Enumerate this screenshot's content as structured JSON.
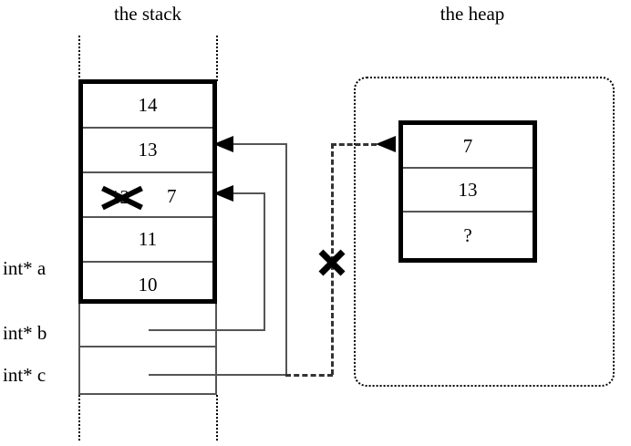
{
  "diagram": {
    "titles": {
      "stack": "the stack",
      "heap": "the heap"
    },
    "stack": {
      "allocated_cells": [
        {
          "value": "14"
        },
        {
          "value": "13"
        },
        {
          "value": "12",
          "struck_out": true,
          "replacement": "7"
        },
        {
          "value": "11"
        },
        {
          "value": "10"
        }
      ],
      "variable_labels": [
        {
          "name": "int* a"
        },
        {
          "name": "int* b"
        },
        {
          "name": "int* c"
        }
      ]
    },
    "heap": {
      "cells": [
        {
          "value": "7"
        },
        {
          "value": "13"
        },
        {
          "value": "?"
        }
      ]
    },
    "annotations": {
      "cancel_marker": "X",
      "struck_value_marker": "X"
    },
    "colors": {
      "ink": "#000000",
      "thin_rule": "#555555",
      "background": "#ffffff"
    }
  }
}
